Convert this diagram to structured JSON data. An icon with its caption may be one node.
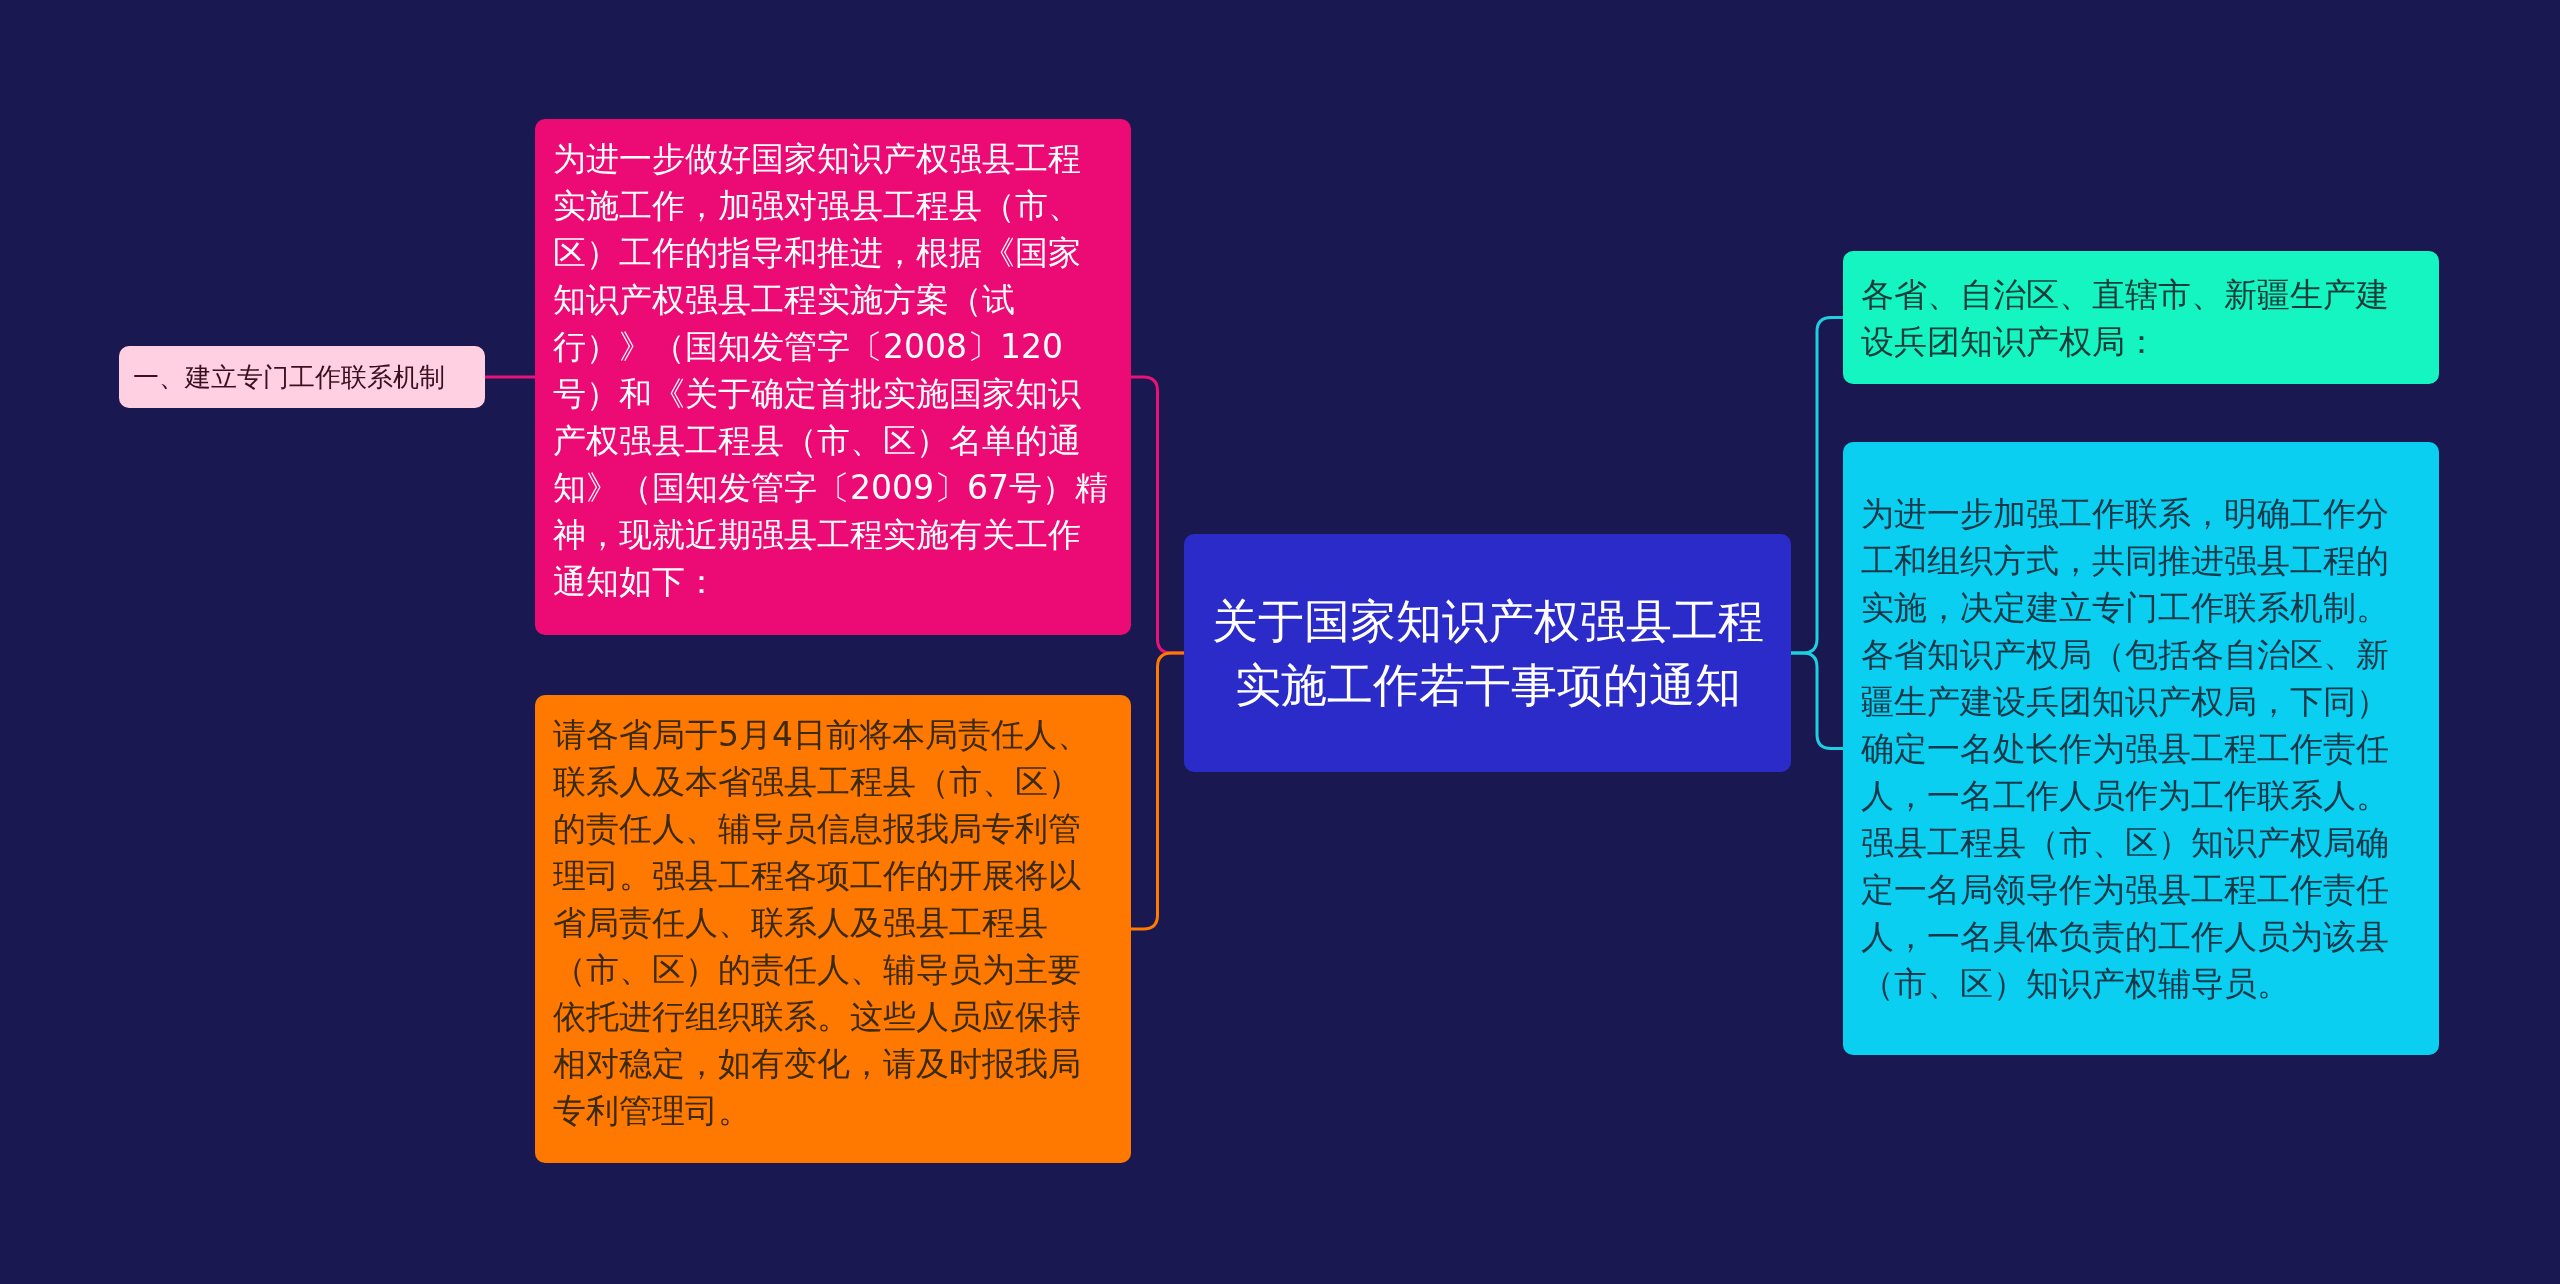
{
  "diagram": {
    "nodes": [
      {
        "text": [
          "关于国家知识产权强县工程实施工作若干事项的通知"
        ]
      },
      {
        "text": [
          "为进一步做好国家知识产权强县工程实施工作，加强对强县工程县（市、区）工作的指导和推进，根据《国家知识产权强县工程实施方案（试行）》（国知发管字〔2008〕120号）和《关于确定首批实施国家知识产权强县工程县（市、区）名单的通知》（国知发管字〔2009〕67号）精神，现就近期强县工程实施有关工作通知如下："
        ]
      },
      {
        "text": [
          "一、建立专门工作联系机制"
        ]
      },
      {
        "text": [
          "请各省局于5月4日前将本局责任人、联系人及本省强县工程县（市、区）的责任人、辅导员信息报我局专利管理司。强县工程各项工作的开展将以省局责任人、联系人及强县工程县（市、区）的责任人、辅导员为主要依托进行组织联系。这些人员应保持相对稳定，如有变化，请及时报我局专利管理司。"
        ]
      },
      {
        "text": [
          "各省、自治区、直辖市、新疆生产建设兵团知识产权局："
        ]
      },
      {
        "text": [
          "为进一步加强工作联系，明确工作分工和组织方式，共同推进强县工程的实施，决定建立专门工作联系机制。各省知识产权局（包括各自治区、新疆生产建设兵团知识产权局，下同）确定一名处长作为强县工程工作责任人，一名工作人员作为工作联系人。强县工程县（市、区）知识产权局确定一名局领导作为强县工程工作责任人，一名具体负责的工作人员为该县（市、区）知识产权辅导员。"
        ]
      }
    ],
    "edges": [
      {
        "from": 0,
        "to": 1,
        "arrow": "none",
        "color": "#e8127a"
      },
      {
        "from": 1,
        "to": 2,
        "arrow": "none",
        "color": "#e8127a"
      },
      {
        "from": 0,
        "to": 3,
        "arrow": "none",
        "color": "#ff7a00"
      },
      {
        "from": 0,
        "to": 4,
        "arrow": "none",
        "color": "#1ecfe0"
      },
      {
        "from": 0,
        "to": 5,
        "arrow": "none",
        "color": "#1ecfe0"
      }
    ]
  }
}
